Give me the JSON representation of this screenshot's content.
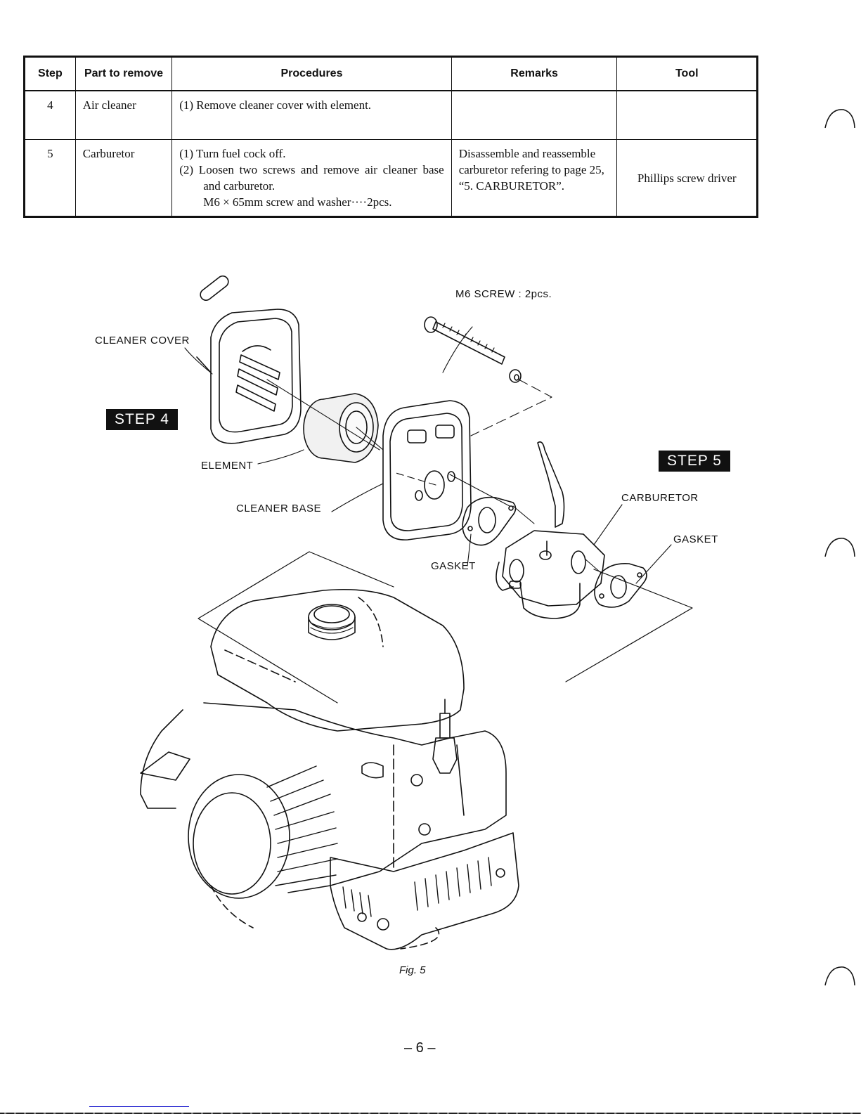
{
  "table": {
    "headers": [
      "Step",
      "Part to remove",
      "Procedures",
      "Remarks",
      "Tool"
    ],
    "rows": [
      {
        "step": "4",
        "part": "Air cleaner",
        "procedures": [
          "(1) Remove  cleaner cover with element."
        ],
        "procedure_note": "",
        "remarks": "",
        "tool": ""
      },
      {
        "step": "5",
        "part": "Carburetor",
        "procedures": [
          "(1) Turn fuel cock off.",
          "(2) Loosen two screws and remove air cleaner base and carburetor."
        ],
        "procedure_note": "M6 × 65mm screw and washer····2pcs.",
        "remarks": "Disassemble and reassemble carburetor refering to page 25, “5. CARBURETOR”.",
        "tool": "Phillips screw driver"
      }
    ]
  },
  "figure": {
    "labels": {
      "cleaner_cover": "CLEANER COVER",
      "element": "ELEMENT",
      "cleaner_base": "CLEANER BASE",
      "m6_screw": "M6  SCREW : 2pcs.",
      "carburetor": "CARBURETOR",
      "gasket_left": "GASKET",
      "gasket_right": "GASKET"
    },
    "step_badges": [
      "STEP 4",
      "STEP 5"
    ],
    "caption": "Fig.  5"
  },
  "page_number": "–  6  –"
}
